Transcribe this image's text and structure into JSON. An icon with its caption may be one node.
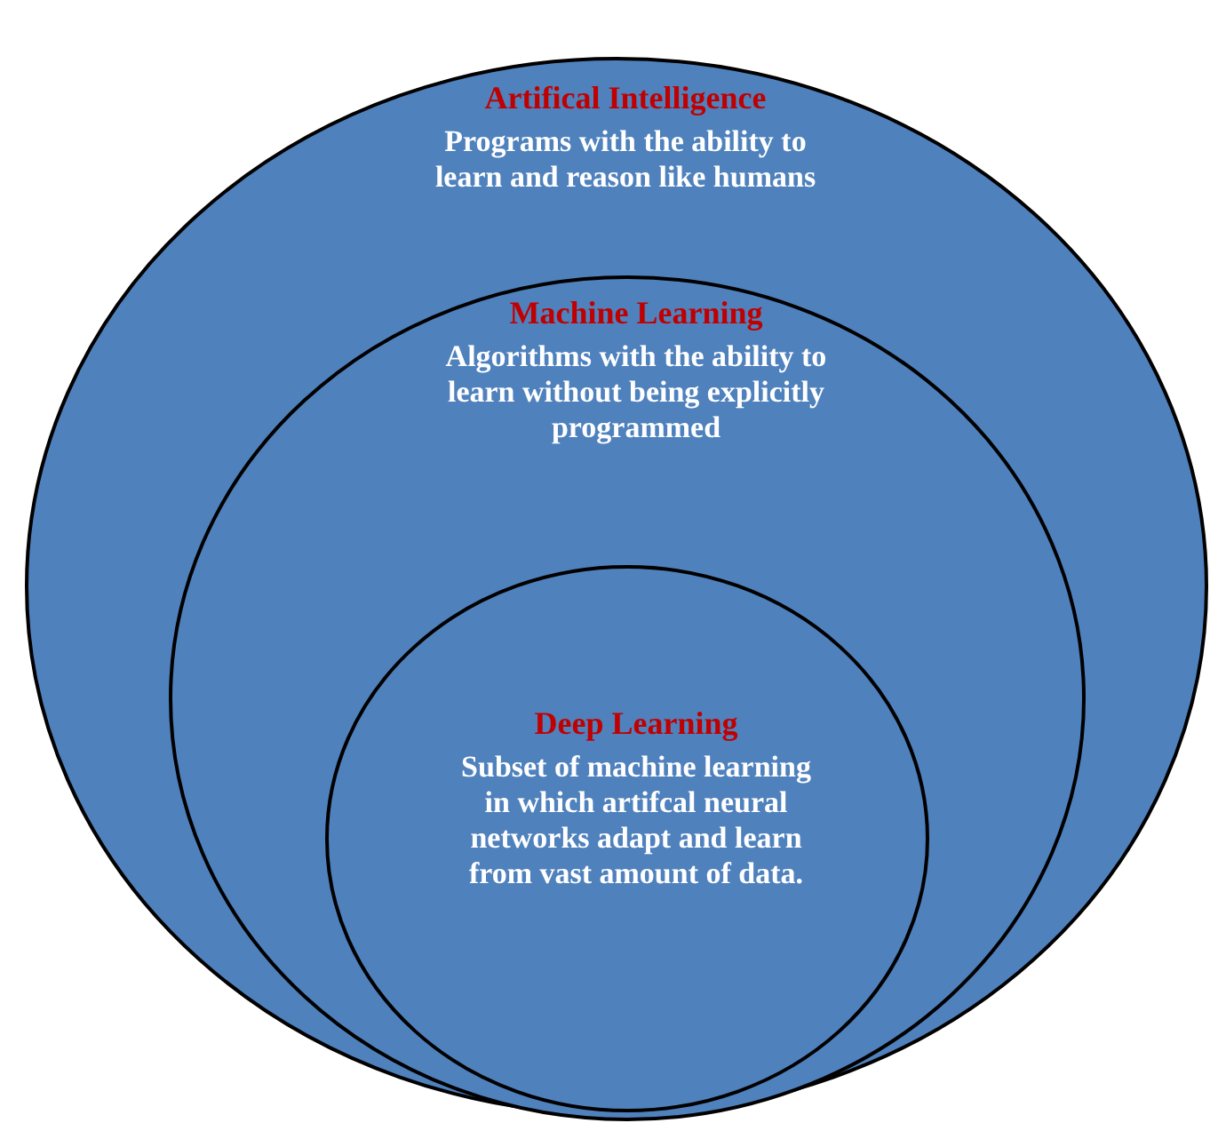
{
  "diagram": {
    "nodes": [
      {
        "text": [
          "Artifical Intelligence",
          "Programs with the ability to learn and reason like humans"
        ]
      },
      {
        "text": [
          "Machine Learning",
          "Algorithms with the ability to learn without being explicitly programmed"
        ],
        "in": 0
      },
      {
        "text": [
          "Deep Learning",
          "Subset of machine learning in which artifcal neural networks adapt and learn from vast amount of data."
        ],
        "in": 1
      }
    ]
  }
}
